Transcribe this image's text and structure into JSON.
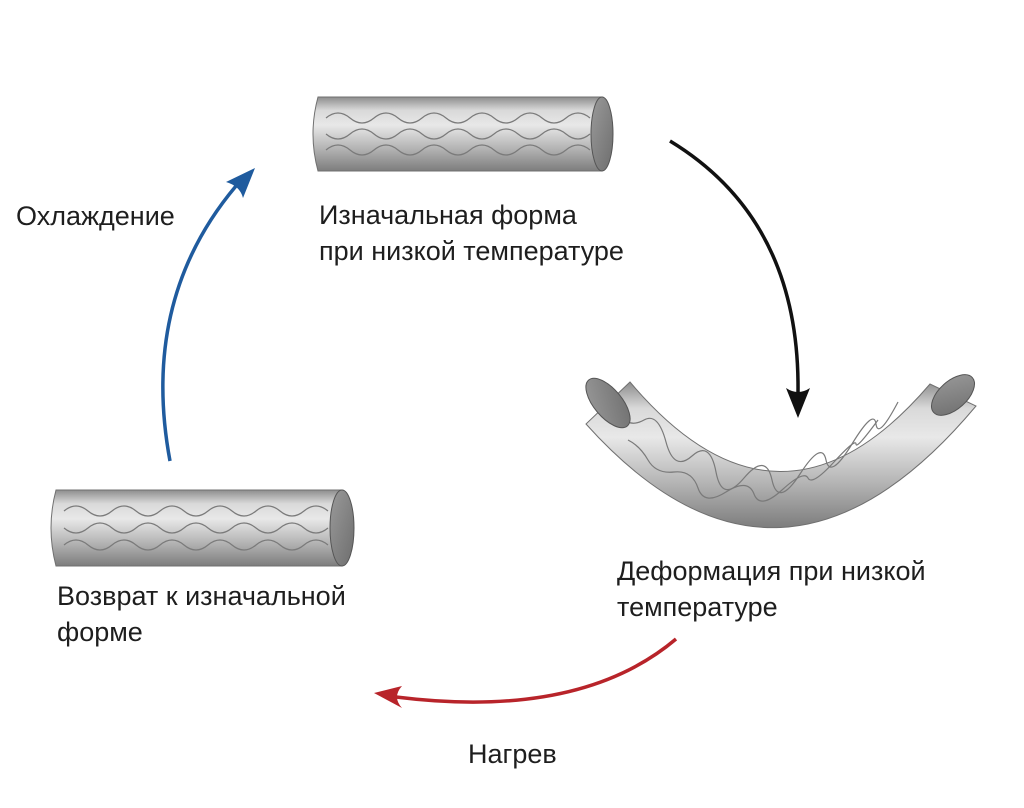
{
  "stages": {
    "original": {
      "lines": [
        "Изначальная форма",
        "при низкой температуре"
      ]
    },
    "deformed": {
      "lines": [
        "Деформация при низкой",
        "температуре"
      ]
    },
    "recovered": {
      "lines": [
        "Возврат к изначальной",
        "форме"
      ]
    }
  },
  "transitions": {
    "deform": {
      "label": "",
      "color": "#111111"
    },
    "heating": {
      "label": "Нагрев",
      "color": "#b8242a"
    },
    "cooling": {
      "label": "Охлаждение",
      "color": "#1f5b9e"
    }
  },
  "tube": {
    "body_color": "#bdbdbd",
    "wire_color": "#7a7a7a"
  }
}
